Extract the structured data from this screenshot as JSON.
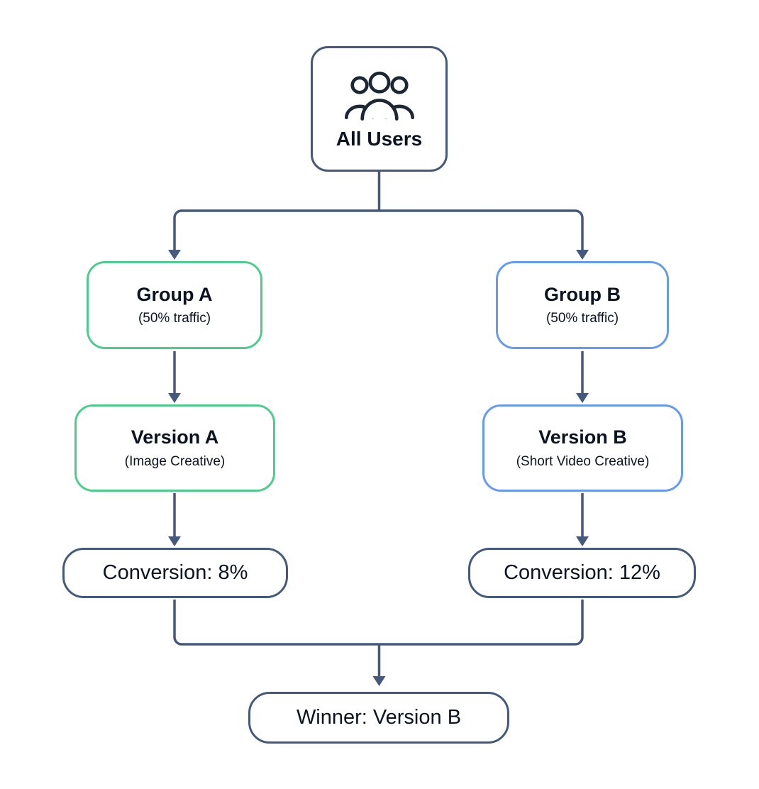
{
  "diagram": {
    "nodes": {
      "all_users": {
        "label": "All Users"
      },
      "group_a": {
        "label": "Group A",
        "sublabel": "(50% traffic)"
      },
      "group_b": {
        "label": "Group B",
        "sublabel": "(50% traffic)"
      },
      "version_a": {
        "label": "Version A",
        "sublabel": "(Image Creative)"
      },
      "version_b": {
        "label": "Version B",
        "sublabel": "(Short Video Creative)"
      },
      "conversion_a": {
        "label": "Conversion: 8%"
      },
      "conversion_b": {
        "label": "Conversion: 12%"
      },
      "winner": {
        "label": "Winner: Version B"
      }
    },
    "colors": {
      "connector": "#45597c",
      "variant_a_border": "#4ecb8d",
      "variant_b_border": "#669af0",
      "neutral_border": "#45597c",
      "text": "#0b1322",
      "background": "#ffffff"
    },
    "icons": {
      "all_users": "users-icon"
    }
  }
}
